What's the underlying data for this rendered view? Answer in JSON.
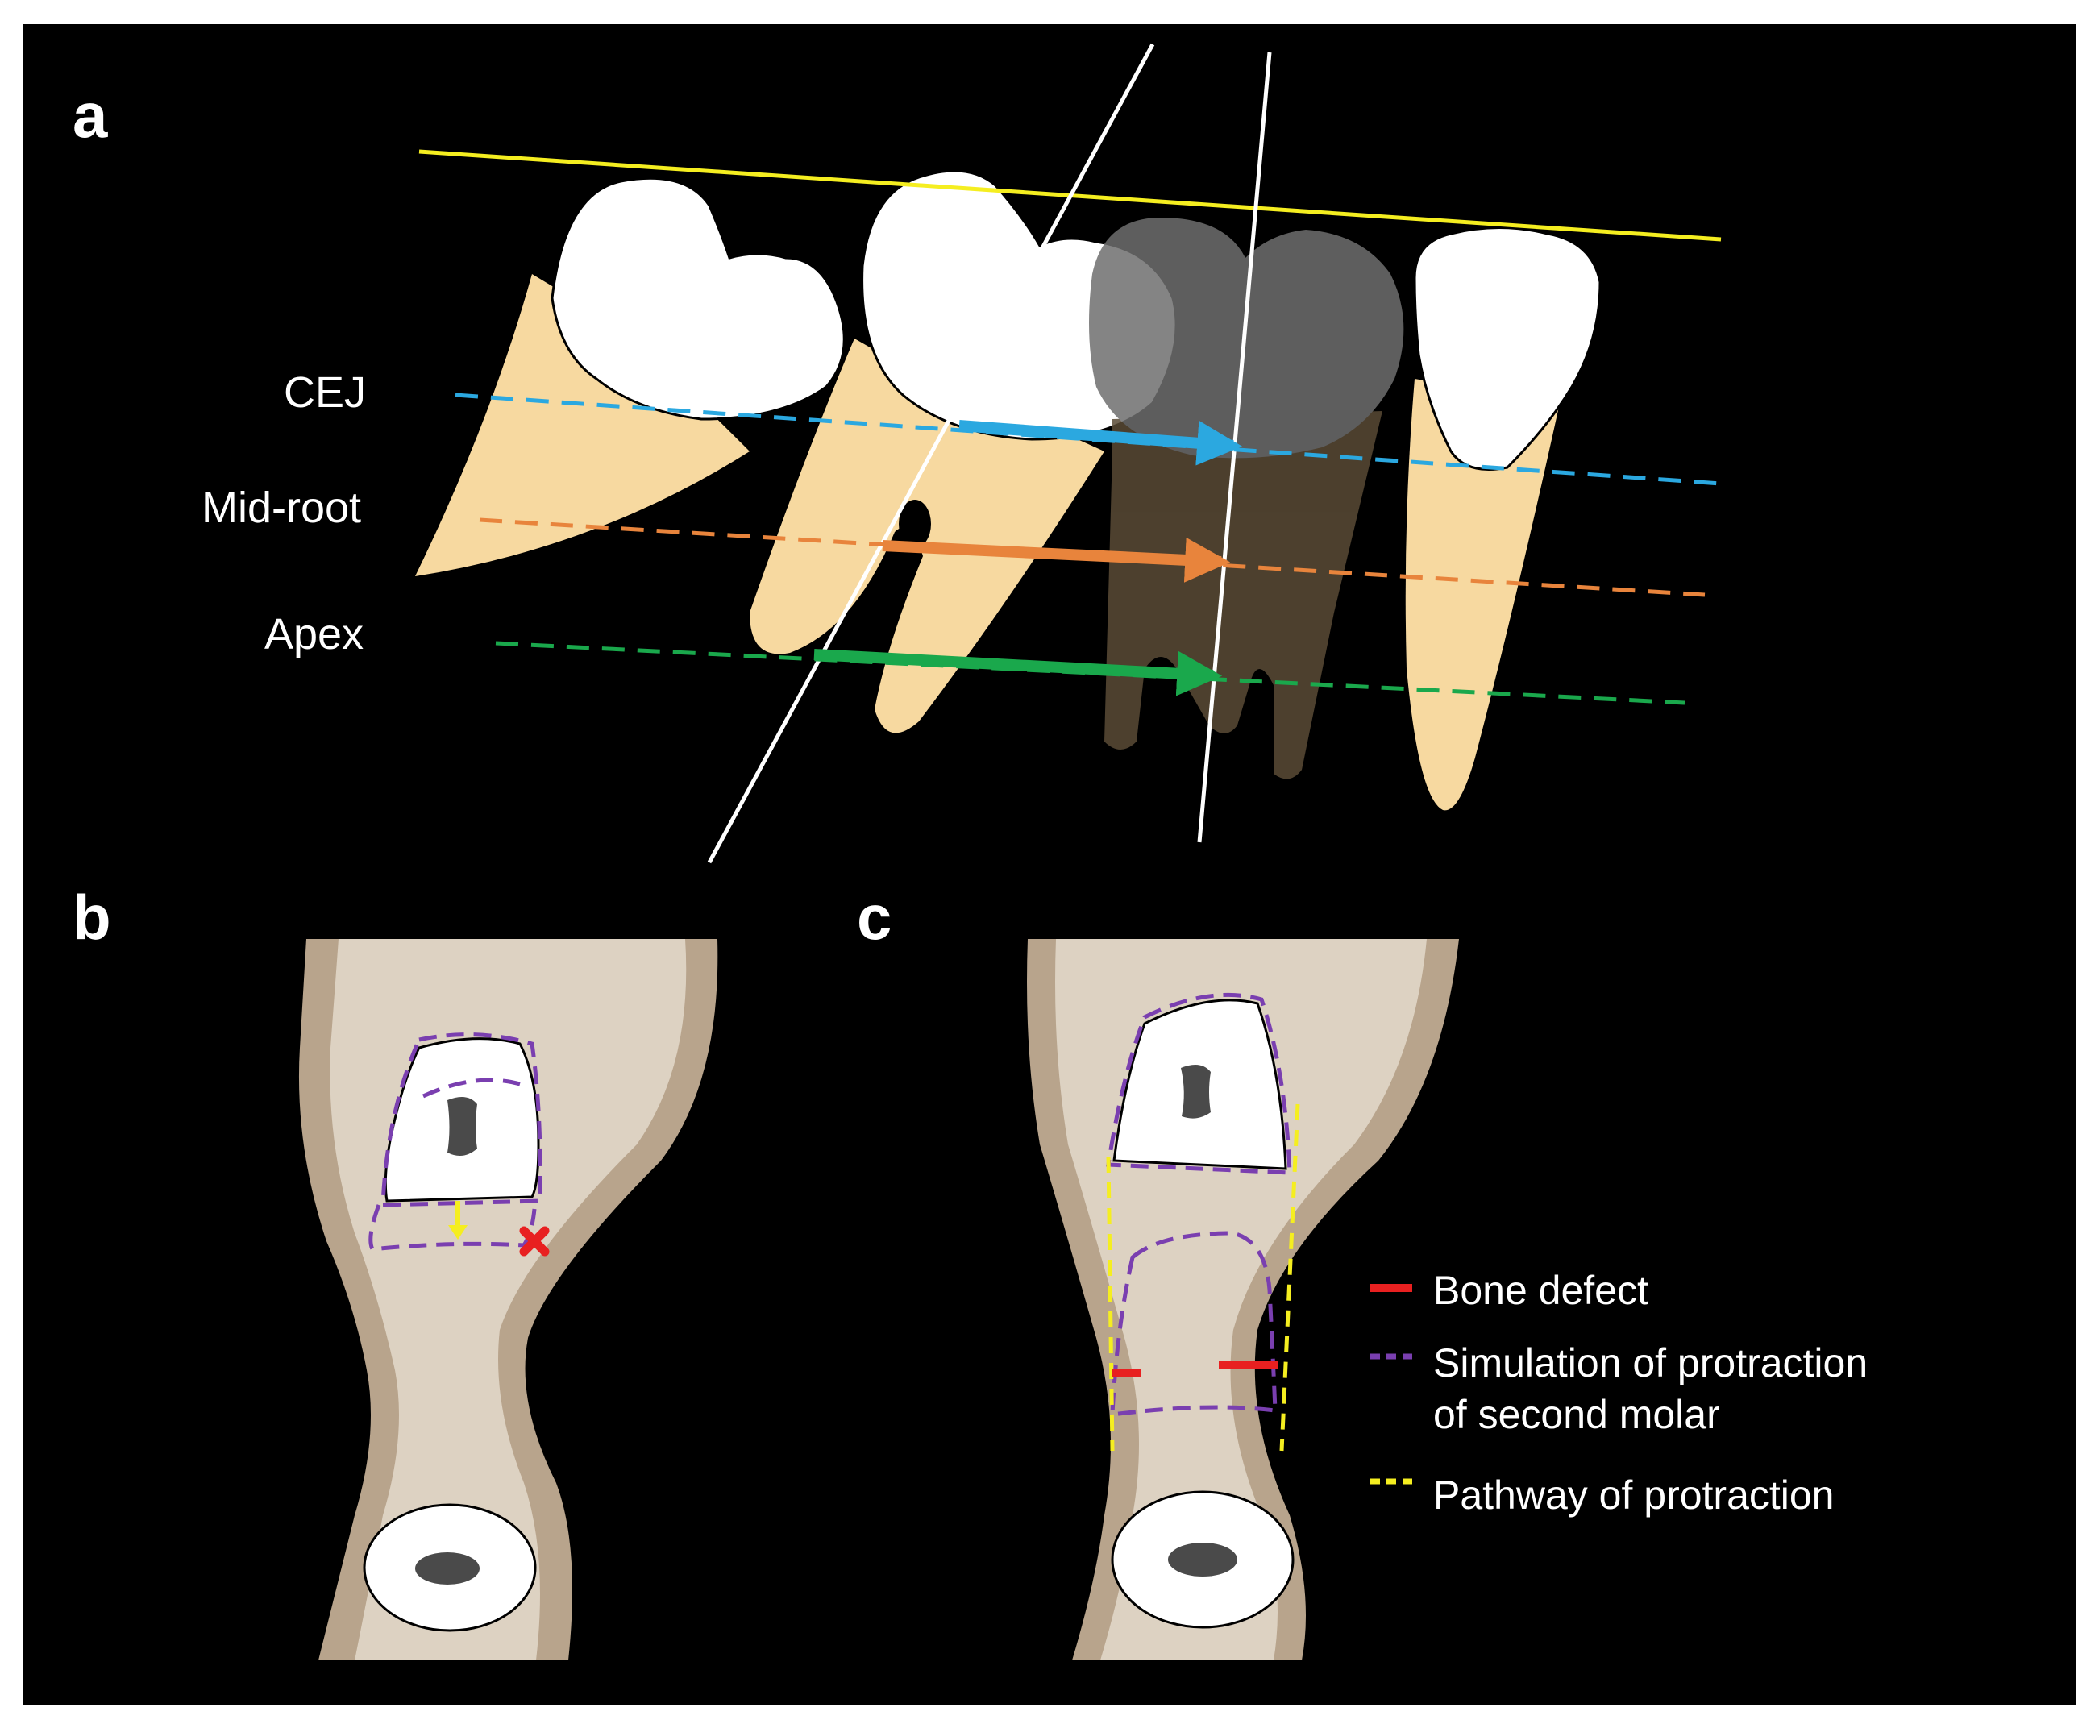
{
  "panels": {
    "a": {
      "label": "a",
      "levels": {
        "cej": "CEJ",
        "mid_root": "Mid-root",
        "apex": "Apex"
      }
    },
    "b": {
      "label": "b"
    },
    "c": {
      "label": "c"
    }
  },
  "legend": {
    "bone_defect": "Bone defect",
    "simulation_line1": "Simulation of protraction",
    "simulation_line2": "of second molar",
    "pathway": "Pathway of protraction"
  },
  "colors": {
    "background": "#000000",
    "frame": "#ffffff",
    "enamel": "#ffffff",
    "root": "#f7d9a0",
    "cej": "#2ba8e0",
    "mid_root": "#e8843c",
    "apex": "#1aa84c",
    "occlusal_plane": "#f5ee20",
    "long_axis": "#ffffff",
    "bone_cortex": "#b8a48c",
    "bone_cancellous": "#ddd2c2",
    "root_canal": "#4a4a4a",
    "simulation": "#7a3fb0",
    "pathway": "#f5ee20",
    "defect": "#e82020"
  }
}
